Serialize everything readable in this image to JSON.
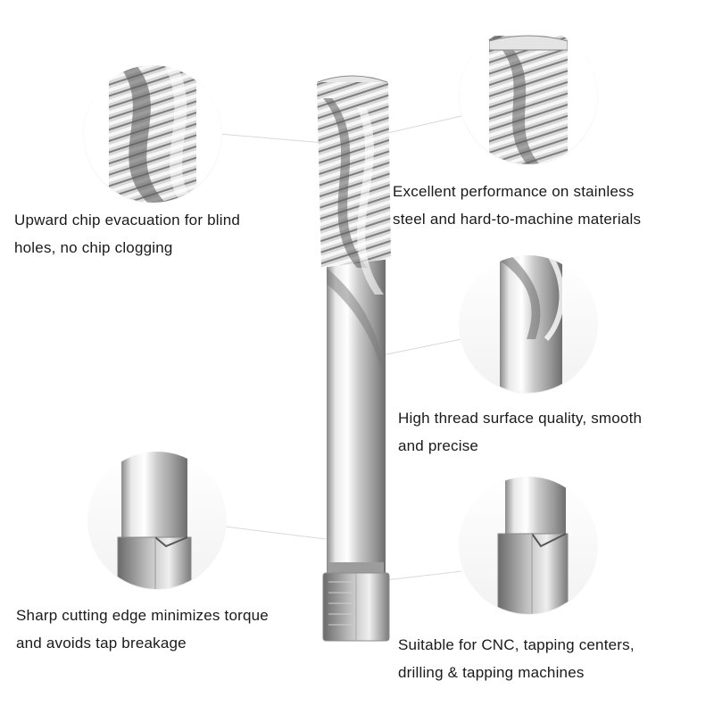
{
  "product": {
    "name_icon": "spiral-flute-tap-icon"
  },
  "captions": {
    "upward_chip": {
      "line1": "Upward chip evacuation for blind",
      "line2": "holes, no chip clogging"
    },
    "stainless": {
      "line1": "Excellent performance on stainless",
      "line2": "steel and hard-to-machine materials"
    },
    "surface": {
      "line1": "High thread surface quality, smooth",
      "line2": "and precise"
    },
    "cutting_edge": {
      "line1": "Sharp cutting edge minimizes torque",
      "line2": "and avoids tap breakage"
    },
    "machines": {
      "line1": "Suitable for CNC, tapping centers,",
      "line2": "drilling & tapping machines"
    }
  },
  "colors": {
    "background": "#ffffff",
    "text": "#1a1a1a",
    "steel_light": "#f4f4f4",
    "steel_mid": "#b9b9b9",
    "steel_dark": "#5c5c5c",
    "leader_line": "#d9d9d9"
  }
}
